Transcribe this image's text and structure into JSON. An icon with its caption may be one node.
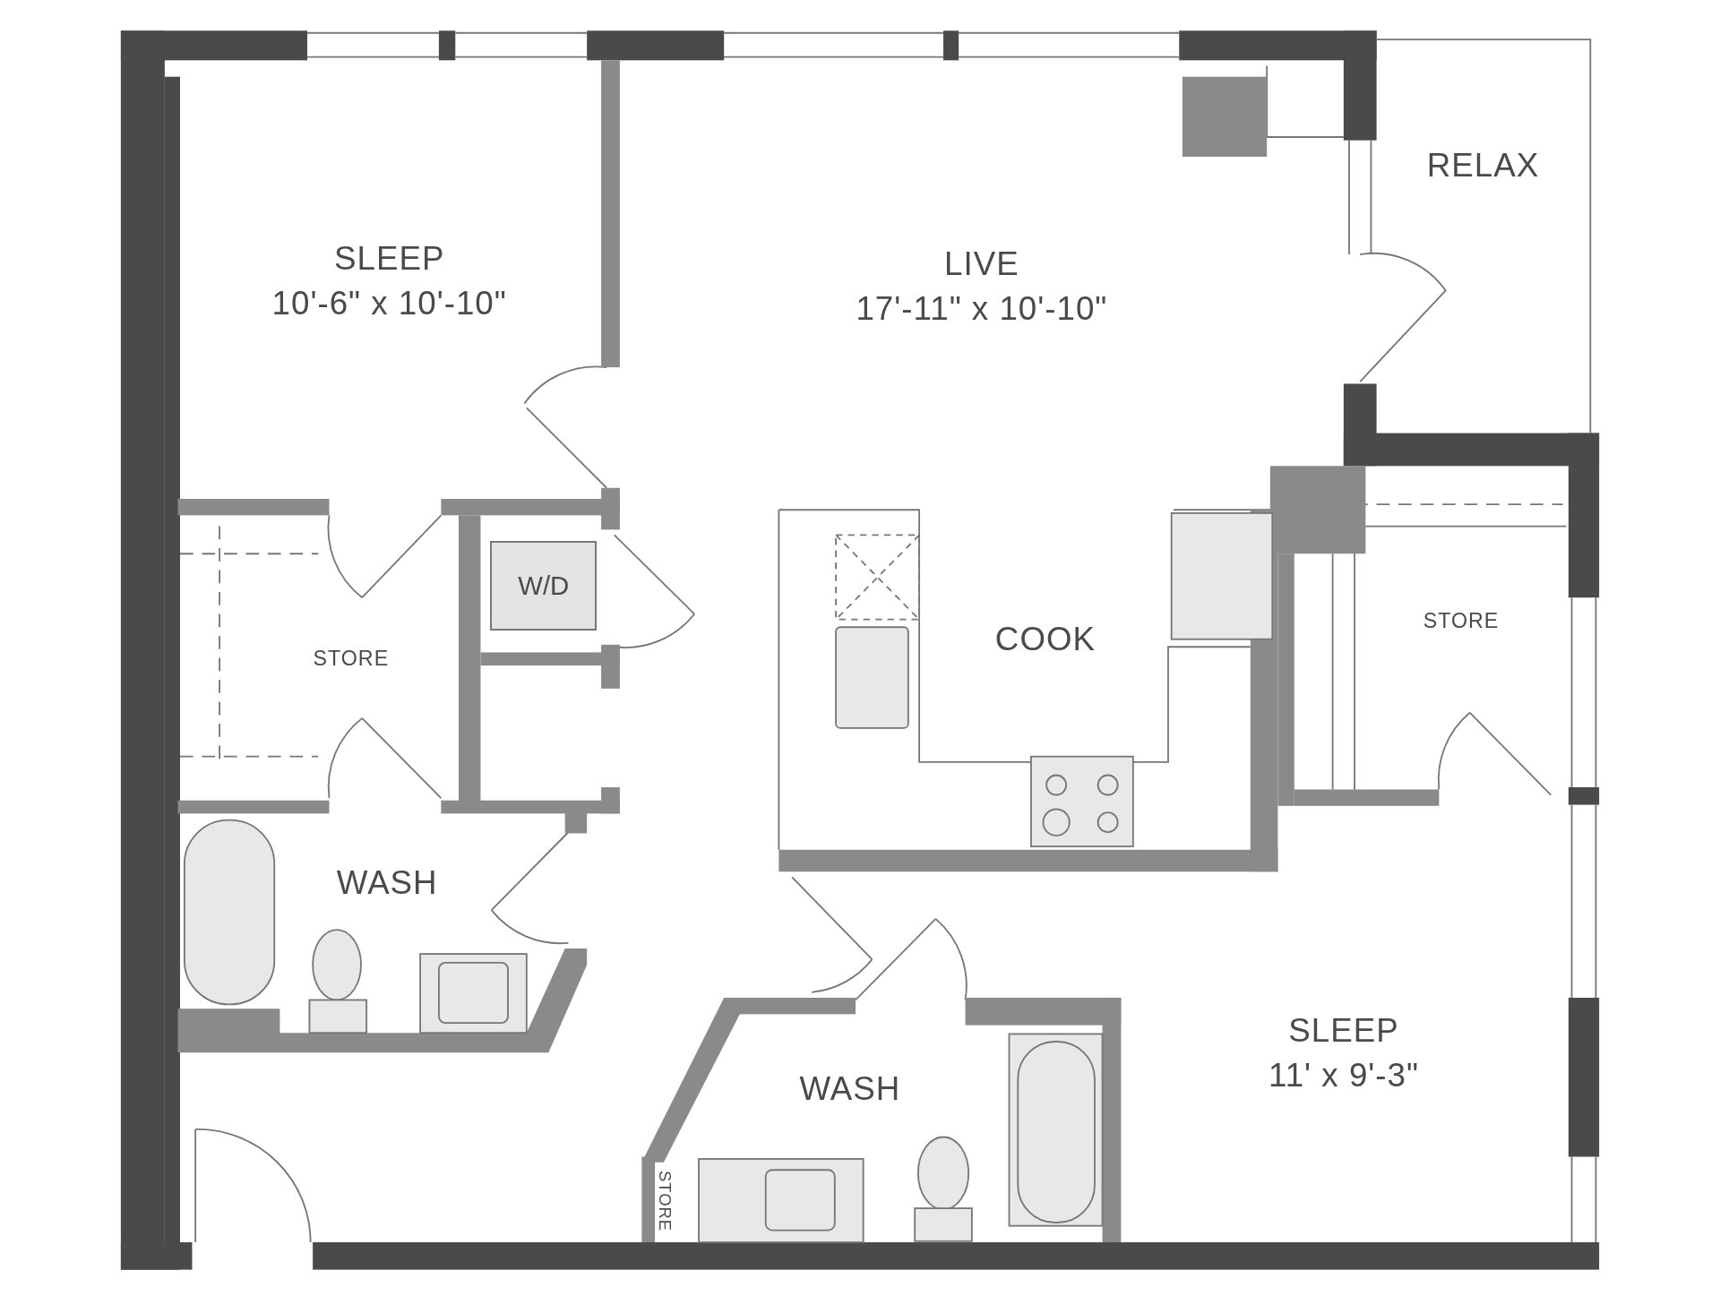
{
  "diagram": {
    "nodes": [
      {
        "text": [
          "W/D"
        ]
      }
    ],
    "edges": [],
    "labels": [
      "SLEEP",
      "10'-6\" x 10'-10\"",
      "LIVE",
      "17'-11\" x 10'-10\"",
      "RELAX",
      "STORE",
      "COOK",
      "STORE",
      "WASH",
      "SLEEP",
      "11' x 9'-3\"",
      "WASH",
      "STORE"
    ]
  }
}
